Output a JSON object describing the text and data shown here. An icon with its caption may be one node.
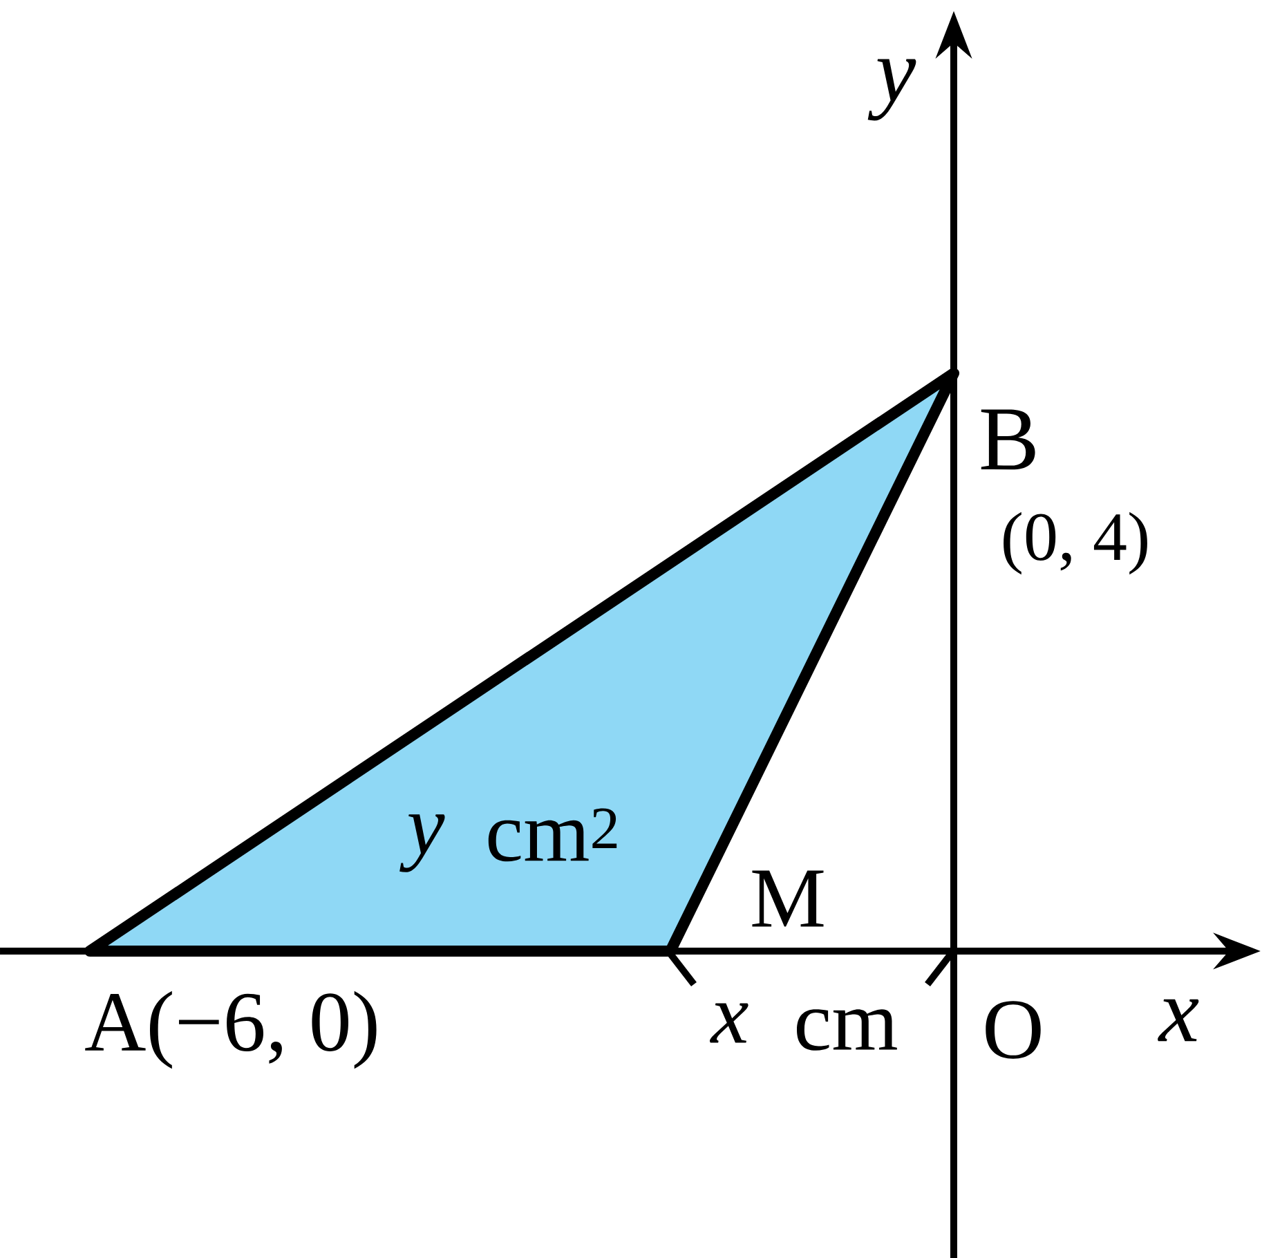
{
  "diagram": {
    "labels": [
      "y",
      "B",
      "(0, 4)",
      "y",
      "cm$^{2}$",
      "M",
      "A(−6, 0)",
      "x",
      "cm",
      "O",
      "x"
    ]
  }
}
